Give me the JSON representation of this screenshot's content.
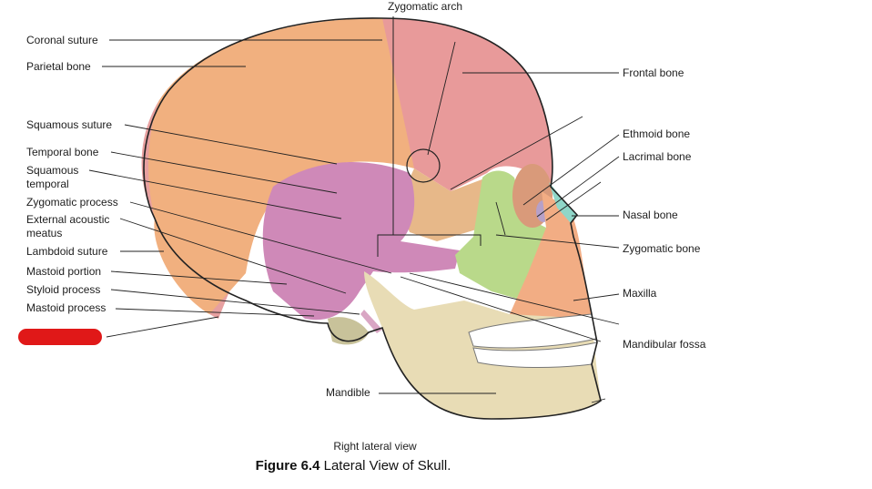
{
  "labels": {
    "zygomatic_arch": "Zygomatic arch",
    "coronal_suture": "Coronal suture",
    "parietal_bone": "Parietal bone",
    "frontal_bone": "Frontal bone",
    "squamous_suture": "Squamous suture",
    "temporal_bone": "Temporal bone",
    "squamous_temporal": "Squamous temporal",
    "zygomatic_process": "Zygomatic process",
    "external_acoustic_meatus": "External acoustic meatus",
    "lambdoid_suture": "Lambdoid suture",
    "mastoid_portion": "Mastoid portion",
    "styloid_process": "Styloid process",
    "mastoid_process": "Mastoid process",
    "ethmoid_bone": "Ethmoid bone",
    "lacrimal_bone": "Lacrimal bone",
    "nasal_bone": "Nasal bone",
    "zygomatic_bone": "Zygomatic bone",
    "maxilla": "Maxilla",
    "mandibular_fossa": "Mandibular fossa",
    "mandible": "Mandible"
  },
  "view_caption": "Right lateral view",
  "figure": {
    "number": "Figure 6.4",
    "title": "Lateral View of Skull."
  },
  "colors": {
    "parietal": "#f1b07f",
    "frontal": "#e89a9a",
    "temporal": "#cf89b8",
    "occipital": "#e7a0a0",
    "sphenoid": "#e7b889",
    "zygomatic": "#b9d98a",
    "maxilla": "#f2ad84",
    "nasal": "#8fd6c8",
    "mandible": "#e8dcb5",
    "teeth": "#ffffff",
    "redaction": "#e01818"
  }
}
